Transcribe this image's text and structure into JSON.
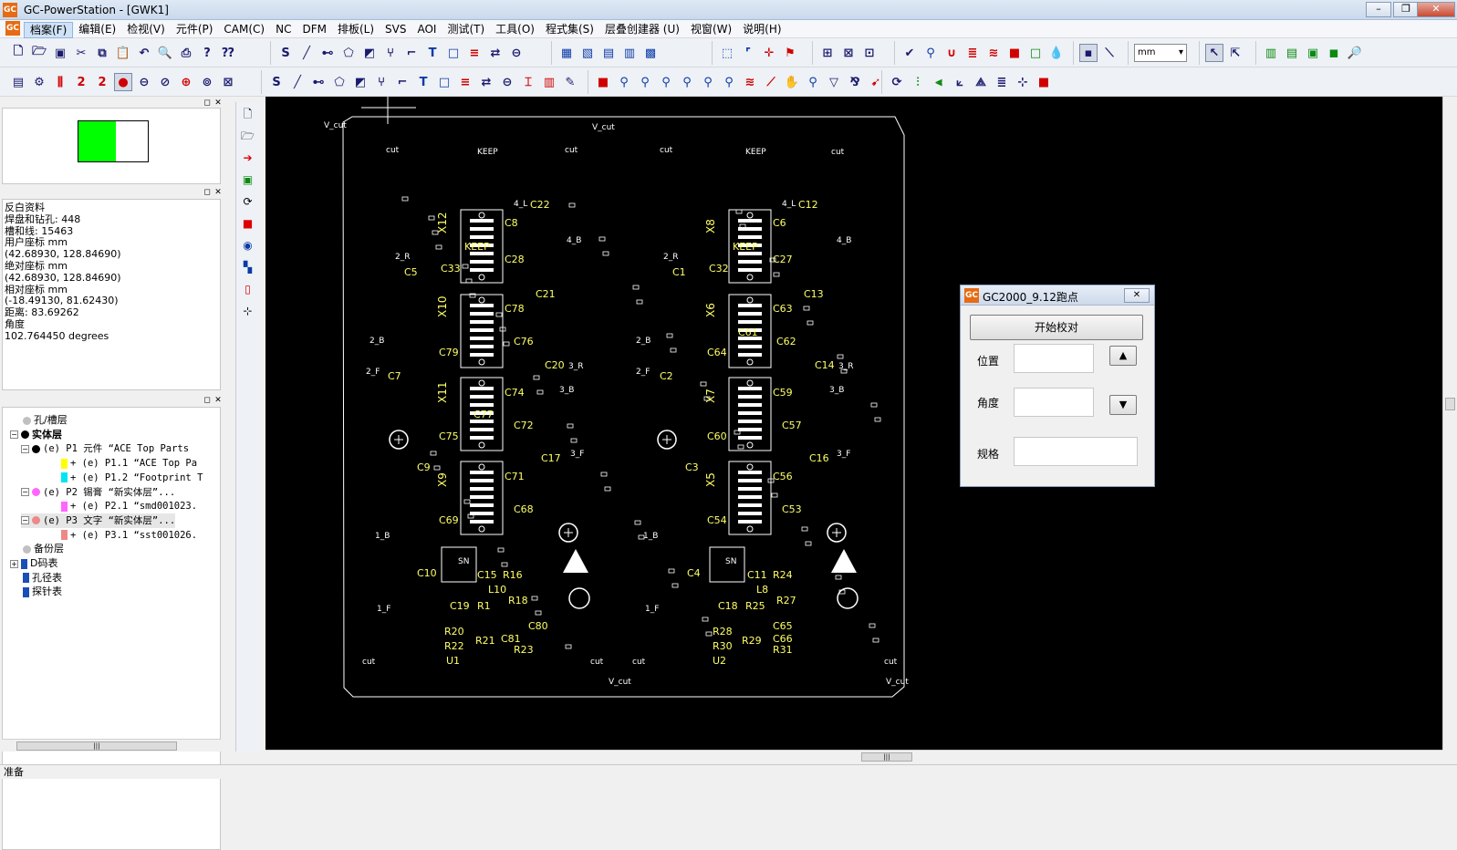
{
  "window": {
    "title": "GC-PowerStation - [GWK1]",
    "app_icon": "GC",
    "minimize": "–",
    "restore": "❐",
    "close": "✕"
  },
  "menu": {
    "items": [
      "档案(F)",
      "编辑(E)",
      "检视(V)",
      "元件(P)",
      "CAM(C)",
      "NC",
      "DFM",
      "排板(L)",
      "SVS",
      "AOI",
      "测试(T)",
      "工具(O)",
      "程式集(S)",
      "层叠创建器 (U)",
      "视窗(W)",
      "说明(H)"
    ]
  },
  "toolbar": {
    "units_value": "mm"
  },
  "info_panel": {
    "lines": [
      "反白资料",
      " 焊盘和钻孔: 448",
      " 槽和线: 15463",
      "用户座标 mm",
      "(42.68930, 128.84690)",
      "绝对座标 mm",
      "(42.68930, 128.84690)",
      "相对座标 mm",
      " (-18.49130, 81.62430)",
      " 距离: 83.69262",
      "角度",
      " 102.764450 degrees"
    ]
  },
  "tree": {
    "rows": [
      {
        "text": "孔/槽层",
        "indent": 22,
        "color": "#c0c0c0",
        "kind": "dot"
      },
      {
        "text": "实体层",
        "indent": 22,
        "color": "#000000",
        "kind": "dot",
        "expander": "⊟",
        "bold": true
      },
      {
        "text": "(e) P1 元件 “ACE Top Parts",
        "indent": 34,
        "color": "#000000",
        "kind": "dot",
        "expander": "⊟",
        "mono": true
      },
      {
        "text": "+ (e) P1.1 “ACE Top Pa",
        "indent": 64,
        "color": "#ffff00",
        "kind": "sq",
        "mono": true
      },
      {
        "text": "+ (e) P1.2 “Footprint T",
        "indent": 64,
        "color": "#00e5ee",
        "kind": "sq",
        "mono": true
      },
      {
        "text": "(e) P2 锡膏 “新实体层”...",
        "indent": 34,
        "color": "#ff66ff",
        "kind": "dot",
        "expander": "⊟",
        "mono": true
      },
      {
        "text": "+ (e) P2.1 “smd001023.",
        "indent": 64,
        "color": "#ff66ff",
        "kind": "sq",
        "mono": true
      },
      {
        "text": "(e) P3 文字 “新实体层”...",
        "indent": 34,
        "color": "#ee8888",
        "kind": "dot",
        "expander": "⊟",
        "mono": true,
        "selected": true
      },
      {
        "text": "+ (e) P3.1 “sst001026.",
        "indent": 64,
        "color": "#ee8888",
        "kind": "sq",
        "mono": true
      },
      {
        "text": "备份层",
        "indent": 22,
        "color": "#c0c0c0",
        "kind": "dot"
      },
      {
        "text": "D码表",
        "indent": 22,
        "color": "#1a4fb8",
        "kind": "sq",
        "expander": "⊞"
      },
      {
        "text": "孔径表",
        "indent": 22,
        "color": "#1a4fb8",
        "kind": "sq"
      },
      {
        "text": "探针表",
        "indent": 22,
        "color": "#1a4fb8",
        "kind": "sq"
      }
    ]
  },
  "board": {
    "labels_white": [
      {
        "t": "V_cut"
      },
      {
        "t": "V_cut"
      },
      {
        "t": "cut"
      },
      {
        "t": "KEEP"
      },
      {
        "t": "cut"
      },
      {
        "t": "cut"
      },
      {
        "t": "KEEP"
      },
      {
        "t": "cut"
      },
      {
        "t": "2_B"
      },
      {
        "t": "2_F"
      },
      {
        "t": "1_B"
      },
      {
        "t": "1_F"
      },
      {
        "t": "cut"
      },
      {
        "t": "cut"
      },
      {
        "t": "cut"
      },
      {
        "t": "cut"
      },
      {
        "t": "V_cut"
      },
      {
        "t": "V_cut"
      },
      {
        "t": "4_B"
      },
      {
        "t": "4_B"
      },
      {
        "t": "3_R"
      },
      {
        "t": "3_B"
      },
      {
        "t": "3_F"
      },
      {
        "t": "3_R"
      },
      {
        "t": "3_B"
      },
      {
        "t": "3_F"
      },
      {
        "t": "2_R"
      },
      {
        "t": "2_R"
      },
      {
        "t": "4_L"
      },
      {
        "t": "4_L"
      },
      {
        "t": "2_B"
      },
      {
        "t": "2_F"
      },
      {
        "t": "1_B"
      },
      {
        "t": "1_F"
      },
      {
        "t": "SN"
      },
      {
        "t": "SN"
      }
    ],
    "labels_yellow": [
      "X12",
      "X10",
      "X11",
      "X9",
      "X8",
      "X6",
      "X7",
      "X5",
      "C22",
      "C8",
      "C28",
      "C33",
      "C5",
      "C21",
      "C78",
      "C76",
      "C79",
      "C20",
      "C7",
      "C74",
      "C72",
      "C75",
      "C77",
      "C17",
      "C9",
      "C71",
      "C68",
      "C69",
      "C10",
      "C15",
      "R16",
      "L10",
      "C19",
      "R1",
      "R18",
      "R20",
      "C80",
      "R22",
      "R21",
      "C81",
      "R23",
      "U1",
      "C12",
      "C6",
      "C27",
      "C32",
      "C1",
      "C13",
      "C63",
      "C61",
      "C62",
      "C64",
      "C14",
      "C2",
      "C59",
      "C57",
      "C60",
      "C16",
      "C3",
      "C56",
      "C53",
      "C54",
      "C4",
      "C11",
      "R24",
      "L8",
      "C18",
      "R25",
      "R27",
      "R28",
      "C65",
      "R30",
      "R29",
      "C66",
      "R31",
      "U2",
      "KEEP",
      "KEEP"
    ]
  },
  "dialog": {
    "title": "GC2000_9.12跑点",
    "icon": "GC",
    "close": "✕",
    "start_button": "开始校对",
    "position_label": "位置",
    "angle_label": "角度",
    "spec_label": "规格",
    "up_arrow": "▲",
    "down_arrow": "▼"
  },
  "status": {
    "text": "准备"
  },
  "colors": {
    "canvas_bg": "#000000",
    "board_outline": "#ffffff",
    "silk_yellow": "#ffff66",
    "accent_orange": "#e66b12",
    "preview_green": "#00ff00"
  }
}
